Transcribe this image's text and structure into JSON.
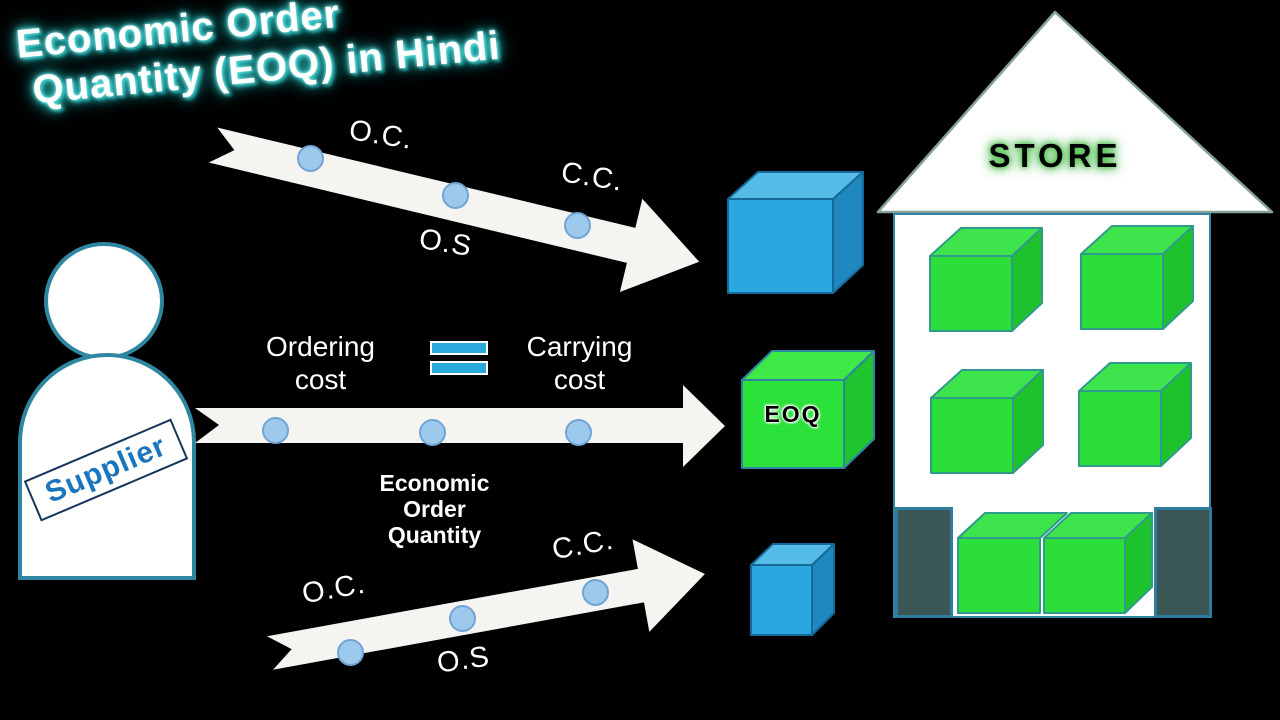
{
  "title": {
    "line1": "Economic Order",
    "line2": "Quantity (EOQ) in Hindi"
  },
  "supplier": {
    "label": "Supplier"
  },
  "top_arrow": {
    "oc": "O.C.",
    "cc": "C.C.",
    "os": "O.S"
  },
  "bottom_arrow": {
    "oc": "O.C.",
    "cc": "C.C.",
    "os": "O.S"
  },
  "middle": {
    "ordering_line1": "Ordering",
    "ordering_line2": "cost",
    "carrying_line1": "Carrying",
    "carrying_line2": "cost",
    "caption_line1": "Economic",
    "caption_line2": "Order",
    "caption_line3": "Quantity"
  },
  "eoq_cube": {
    "label": "EOQ"
  },
  "store": {
    "label": "STORE"
  },
  "colors": {
    "background": "#000000",
    "title_text": "#FFFFFF",
    "title_glow": "#2FC9C9",
    "arrow_fill": "#F5F4F1",
    "dot_fill": "#9DC9ED",
    "dot_border": "#6FA4D4",
    "equals_blue": "#29A9DC",
    "blue_cube_front": "#29A7DE",
    "blue_cube_top": "#55BCE8",
    "blue_cube_side": "#1E88BF",
    "green_cube_front": "#2BDE3A",
    "green_cube_top": "#3EE44B",
    "green_cube_side": "#1DC22D",
    "supplier_text": "#1B75BC",
    "supplier_outline": "#2E86A0",
    "store_glow": "#4CC24C",
    "pillar_fill": "#3A5755",
    "pillar_border": "#2E7D9E"
  }
}
